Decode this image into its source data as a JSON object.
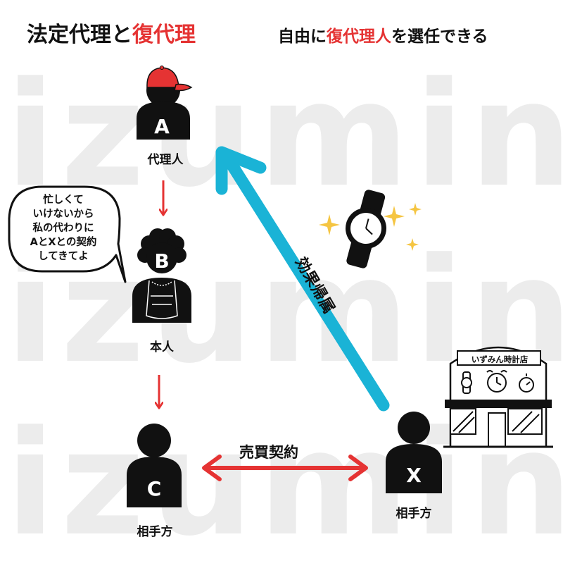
{
  "watermark": "izumin",
  "title": {
    "part1": "法定代理と",
    "part2": "復代理"
  },
  "subtitle": {
    "part1": "自由に",
    "part2": "復代理人",
    "part3": "を選任できる"
  },
  "persons": {
    "a": {
      "letter": "A",
      "label": "代理人"
    },
    "b": {
      "letter": "B",
      "label": "本人"
    },
    "c": {
      "letter": "C",
      "label": "相手方"
    },
    "x": {
      "letter": "X",
      "label": "相手方"
    }
  },
  "speech_bubble": {
    "lines": [
      "忙しくて",
      "いけないから",
      "私の代わりに",
      "AとXとの契約",
      "してきてよ"
    ]
  },
  "arrow_effect_label": "効果帰属",
  "contract_label": "売買契約",
  "shop_sign": "いずみん時計店",
  "colors": {
    "accent_red": "#e53333",
    "arrow_blue": "#1ab3d6",
    "figure": "#111111"
  }
}
